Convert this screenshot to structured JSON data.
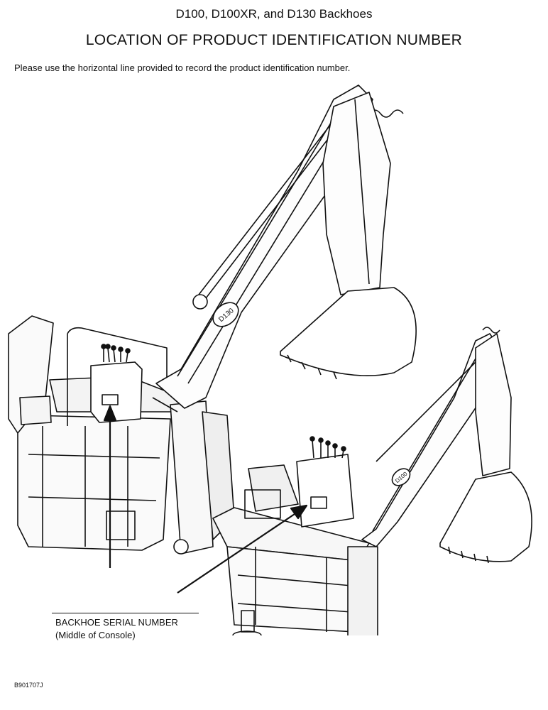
{
  "header": {
    "title": "D100, D100XR, and D130 Backhoes",
    "heading": "LOCATION OF PRODUCT IDENTIFICATION NUMBER",
    "instruction": "Please use the horizontal line provided to record the product identification number."
  },
  "illustration": {
    "badge_large": "D130",
    "badge_small": "D100"
  },
  "callout": {
    "label_line1": "BACKHOE SERIAL NUMBER",
    "label_line2": "(Middle of Console)"
  },
  "figure_code": "B901707J"
}
